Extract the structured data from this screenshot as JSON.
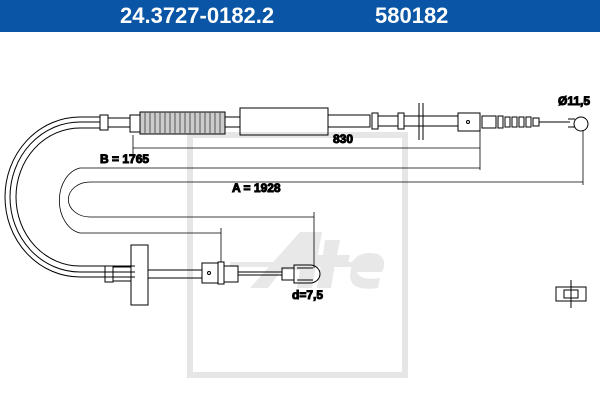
{
  "header": {
    "part_number": "24.3727-0182.2",
    "code": "580182",
    "background": "#0a55a5"
  },
  "dimensions": {
    "diameter": "Ø11,5",
    "length_830": "830",
    "b": "B = 1765",
    "a": "A = 1928",
    "d": "d=7,5"
  },
  "watermark": {
    "logo": "Ate"
  }
}
